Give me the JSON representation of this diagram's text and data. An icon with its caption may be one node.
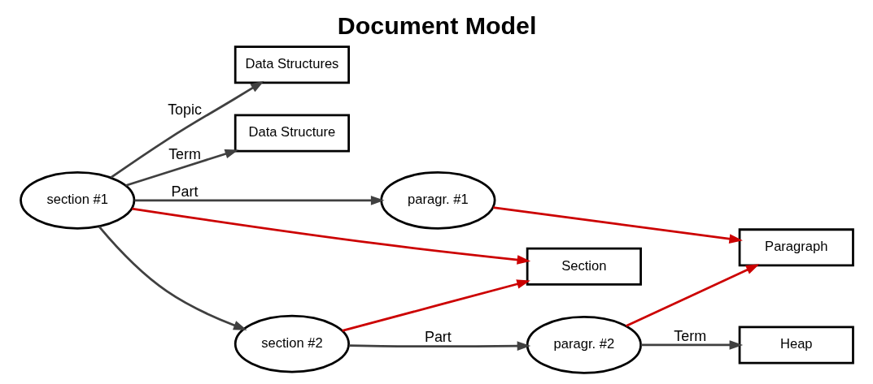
{
  "diagram": {
    "title": "Document Model",
    "nodes": [
      {
        "text": [
          "section #1"
        ]
      },
      {
        "text": [
          "Data Structures"
        ]
      },
      {
        "text": [
          "Data Structure"
        ]
      },
      {
        "text": [
          "paragr. #1"
        ]
      },
      {
        "text": [
          "Section"
        ]
      },
      {
        "text": [
          "section #2"
        ]
      },
      {
        "text": [
          "Heap"
        ]
      },
      {
        "text": [
          "Paragraph"
        ]
      },
      {
        "text": [
          "paragr. #2"
        ]
      }
    ],
    "edges": [
      {
        "from": 0,
        "to": 1,
        "arrow": "to",
        "label": "Topic"
      },
      {
        "from": 0,
        "to": 2,
        "arrow": "to",
        "label": "Term"
      },
      {
        "from": 0,
        "to": 3,
        "arrow": "to",
        "label": "Part"
      },
      {
        "from": 0,
        "to": 5,
        "arrow": "to"
      },
      {
        "from": 0,
        "to": 4,
        "arrow": "to",
        "color": "#cc0000"
      },
      {
        "from": 3,
        "to": 7,
        "arrow": "to",
        "color": "#cc0000"
      },
      {
        "from": 5,
        "to": 4,
        "arrow": "to",
        "color": "#cc0000"
      },
      {
        "from": 5,
        "to": 8,
        "arrow": "to",
        "label": "Part"
      },
      {
        "from": 8,
        "to": 6,
        "arrow": "to",
        "label": "Term"
      },
      {
        "from": 8,
        "to": 7,
        "arrow": "to",
        "color": "#cc0000"
      }
    ]
  }
}
